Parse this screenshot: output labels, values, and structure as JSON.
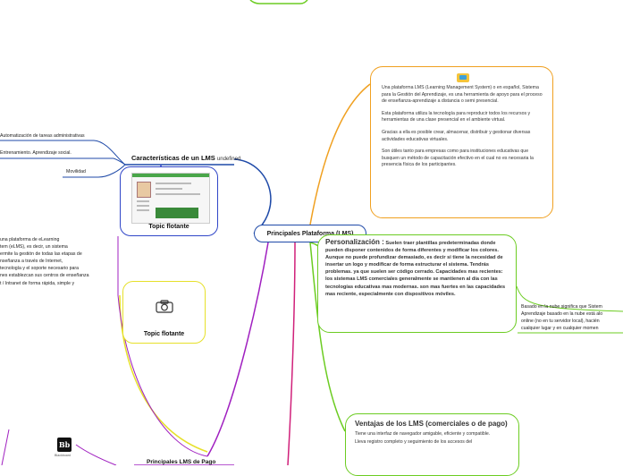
{
  "central": {
    "label": "Principales Plataforma (LMS)"
  },
  "definition": {
    "paragraphs": [
      "Una plataforma LMS (Learning Management System) o en español, Sistema para la Gestión del Aprendizaje, es una herramienta de apoyo para el proceso de enseñanza-aprendizaje a distancia o semi presencial.",
      "Esta plataforma utiliza la tecnología para reproducir todos los recursos y herramientas de una clase presencial en el ambiente virtual.",
      "Gracias a ella es posible crear, almacenar, distribuir y gestionar diversas actividades educativas virtuales.",
      "Son útiles tanto para empresas como para instituciones educativas que busquen un método de capacitación efectivo en el cual no es necesaria la presencia física de los participantes."
    ]
  },
  "personalizacion": {
    "title": "Personalización :",
    "body": "Suelen traer plantillas predeterminadas donde pueden disponer contenidos de forma diferentes y modificar los colores. Aunque no puede profundizar demasiado, es decir si tiene la necesidad de insertar un logo y modificar de forma estructurar el sistema. Tendrás problemas. ya que suelen ser código cerrado. Capacidades mas recientes: los sistemas LMS comerciales generalmente se mantienen al día con las tecnologías educativas mas modernas. son mas fuertes en las capacidades mas reciente, especialmente con dispositivos móviles."
  },
  "ventajas": {
    "title": "Ventajas de los LMS (comerciales o de pago)",
    "subtitle": "Tiene una interfaz de navegador amigable, eficiente y compatible.",
    "body": "Lleva registro completo y seguimiento de los accesos del"
  },
  "caracteristicas": {
    "title": "Características de un LMS",
    "suffix": "undefined",
    "items": [
      "Automatización de tareas administrativas",
      "Entrenamiento. Aprendizaje social.",
      "Movilidad"
    ]
  },
  "topics": {
    "topic_1": "Topic flotante",
    "topic_2": "Topic flotante"
  },
  "left_para": {
    "lines": [
      "una plataforma de eLearning",
      "tem (eLMS), es decir, un sistema",
      "ermite la gestión de todas las etapas de",
      "nseñanza a través de Internet,",
      "tecnología y el soporte necesario para",
      "nes establezcan sus centros de enseñanza",
      "t / Intranet de forma rápida, simple y"
    ]
  },
  "right_para": {
    "lines": [
      "Basado en la nube significa que Sistem",
      "Aprendizaje basado en la nube está alo",
      "online (no en tu servidor local), hacién",
      "cualquier lugar y en cualquier momen"
    ]
  },
  "lms_pago": {
    "label": "Principales LMS de Pago"
  },
  "blackboard": {
    "logo": "Bb",
    "caption": "Blackboard"
  },
  "colors": {
    "central_border": "#1f4aa8",
    "orange": "#f0a020",
    "green": "#6ccc22",
    "blue": "#3046c8",
    "yellow": "#e6e02a",
    "purple": "#a020c0",
    "magenta": "#d0207a"
  }
}
